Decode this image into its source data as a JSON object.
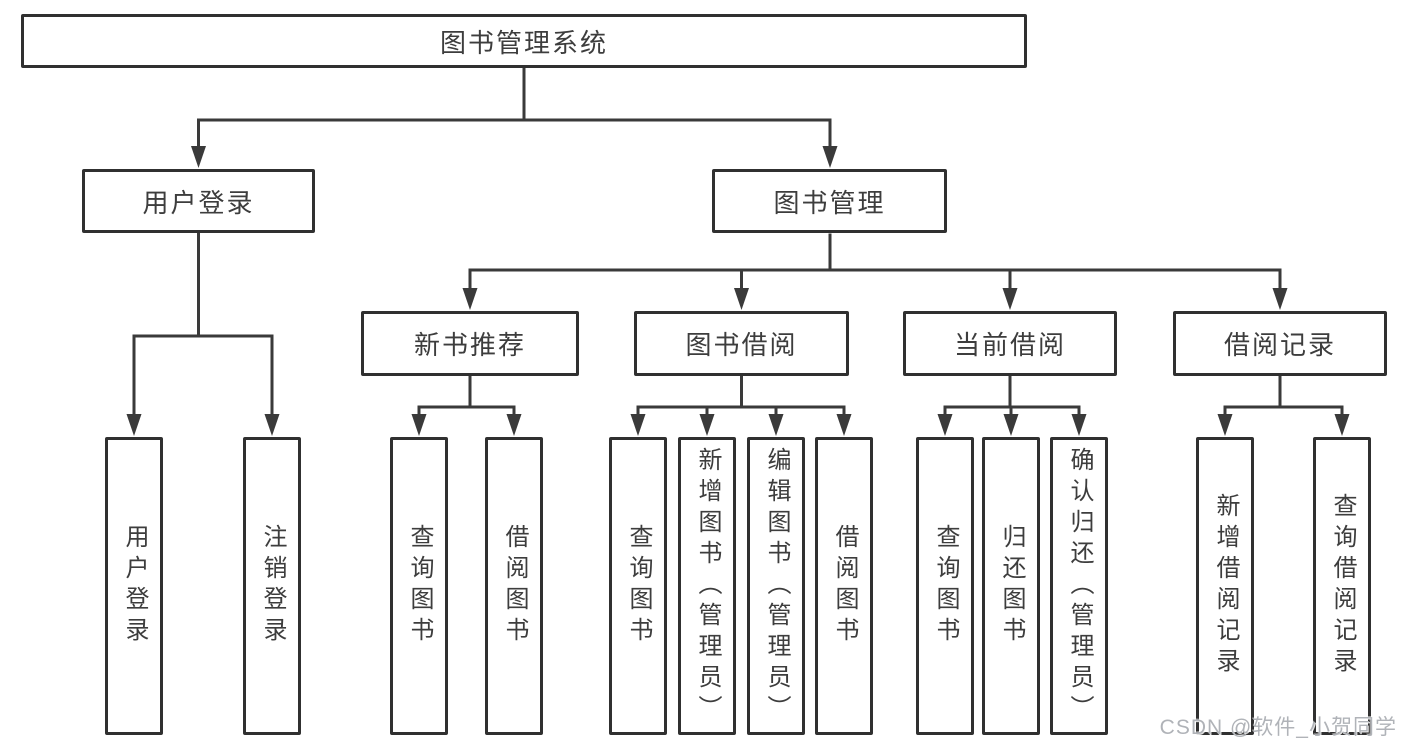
{
  "title": "图书管理系统",
  "watermark": "CSDN @软件_小贺同学",
  "colors": {
    "line": "#3a3a3a",
    "border": "#303030",
    "text": "#3d3d3d",
    "fill": "#ffffff",
    "watermark": "#b0b3b8"
  },
  "tree": {
    "root": {
      "label": "图书管理系统"
    },
    "branches": [
      {
        "label": "用户登录",
        "children": [
          {
            "label": "用户登录"
          },
          {
            "label": "注销登录"
          }
        ]
      },
      {
        "label": "图书管理",
        "children": [
          {
            "label": "新书推荐",
            "children": [
              {
                "label": "查询图书"
              },
              {
                "label": "借阅图书"
              }
            ]
          },
          {
            "label": "图书借阅",
            "children": [
              {
                "label": "查询图书"
              },
              {
                "label": "新增图书（管理员）"
              },
              {
                "label": "编辑图书（管理员）"
              },
              {
                "label": "借阅图书"
              }
            ]
          },
          {
            "label": "当前借阅",
            "children": [
              {
                "label": "查询图书"
              },
              {
                "label": "归还图书"
              },
              {
                "label": "确认归还（管理员）"
              }
            ]
          },
          {
            "label": "借阅记录",
            "children": [
              {
                "label": "新增借阅记录"
              },
              {
                "label": "查询借阅记录"
              }
            ]
          }
        ]
      }
    ]
  }
}
